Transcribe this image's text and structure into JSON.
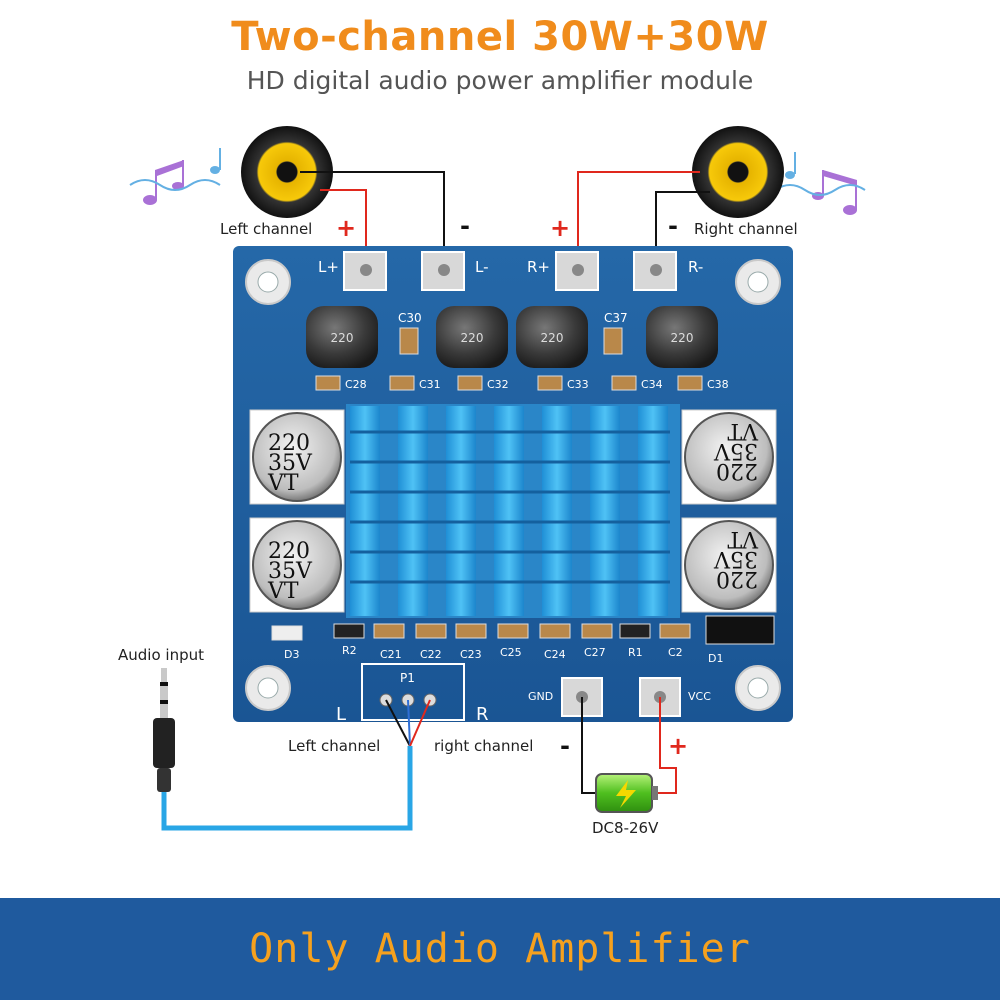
{
  "header": {
    "title": "Two-channel 30W+30W",
    "subtitle": "HD digital audio power amplifier module"
  },
  "speakers": {
    "left_label": "Left channel",
    "right_label": "Right channel",
    "plus": "+",
    "minus": "-"
  },
  "board": {
    "terminals": [
      "L+",
      "L-",
      "R+",
      "R-"
    ],
    "small_caps": [
      "C30",
      "C37"
    ],
    "inductor_marks": [
      "220",
      "220",
      "220",
      "220"
    ],
    "cap_row_top": [
      "C28",
      "C31",
      "C32",
      "C33",
      "C34",
      "C38"
    ],
    "electrolytic_left": [
      "220",
      "35V",
      "VT"
    ],
    "electrolytic_right": [
      "220",
      "35V",
      "VT"
    ],
    "cap_row_bottom": [
      "D3",
      "R2",
      "C21",
      "C22",
      "C23",
      "C25",
      "C24",
      "C27",
      "R1",
      "C2",
      "D1"
    ],
    "input_header": "P1",
    "input_l": "L",
    "input_r": "R",
    "gnd_label": "GND",
    "vcc_label": "VCC"
  },
  "input": {
    "audio_input_label": "Audio input",
    "left_label": "Left channel",
    "right_label": "right channel"
  },
  "power": {
    "minus": "-",
    "plus": "+",
    "voltage_label": "DC8-26V"
  },
  "footer": {
    "banner_text": "Only Audio Amplifier"
  },
  "colors": {
    "title": "#f08c1c",
    "pcb": "#1e5f9e",
    "heatsink": "#2aa3e8",
    "wire_red": "#e0281d",
    "wire_blue": "#29a6e6",
    "banner": "#1f5a9e",
    "banner_text": "#f6a11e"
  }
}
